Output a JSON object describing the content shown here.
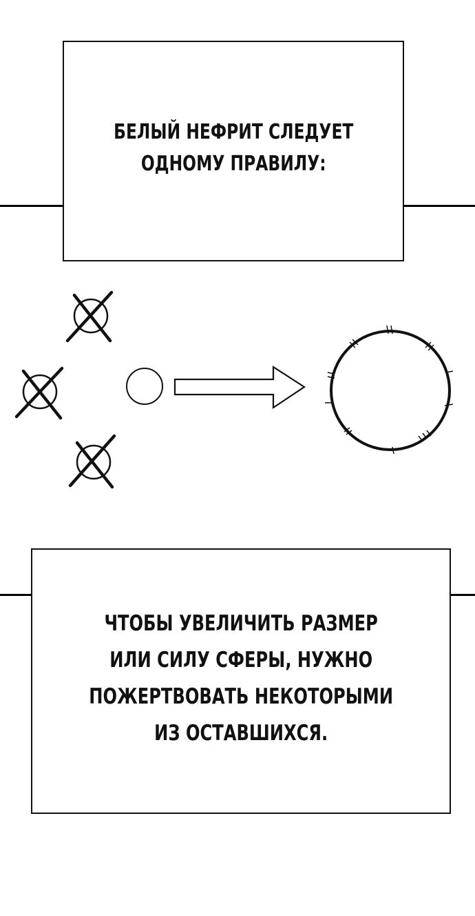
{
  "panel1": {
    "lines": [
      "БЕЛЫЙ НЕФРИТ СЛЕДУЕТ",
      "ОДНОМУ ПРАВИЛУ:"
    ]
  },
  "panel2": {
    "lines": [
      "ЧТОБЫ УВЕЛИЧИТЬ РАЗМЕР",
      "ИЛИ СИЛУ СФЕРЫ, НУЖНО",
      "ПОЖЕРТВОВАТЬ НЕКОТОРЫМИ",
      "ИЗ ОСТАВШИХСЯ."
    ]
  },
  "diagram": {
    "crossed_orbs": 3,
    "icons": [
      "crossed-orb-icon",
      "small-orb-icon",
      "right-arrow-icon",
      "large-orb-icon"
    ]
  }
}
